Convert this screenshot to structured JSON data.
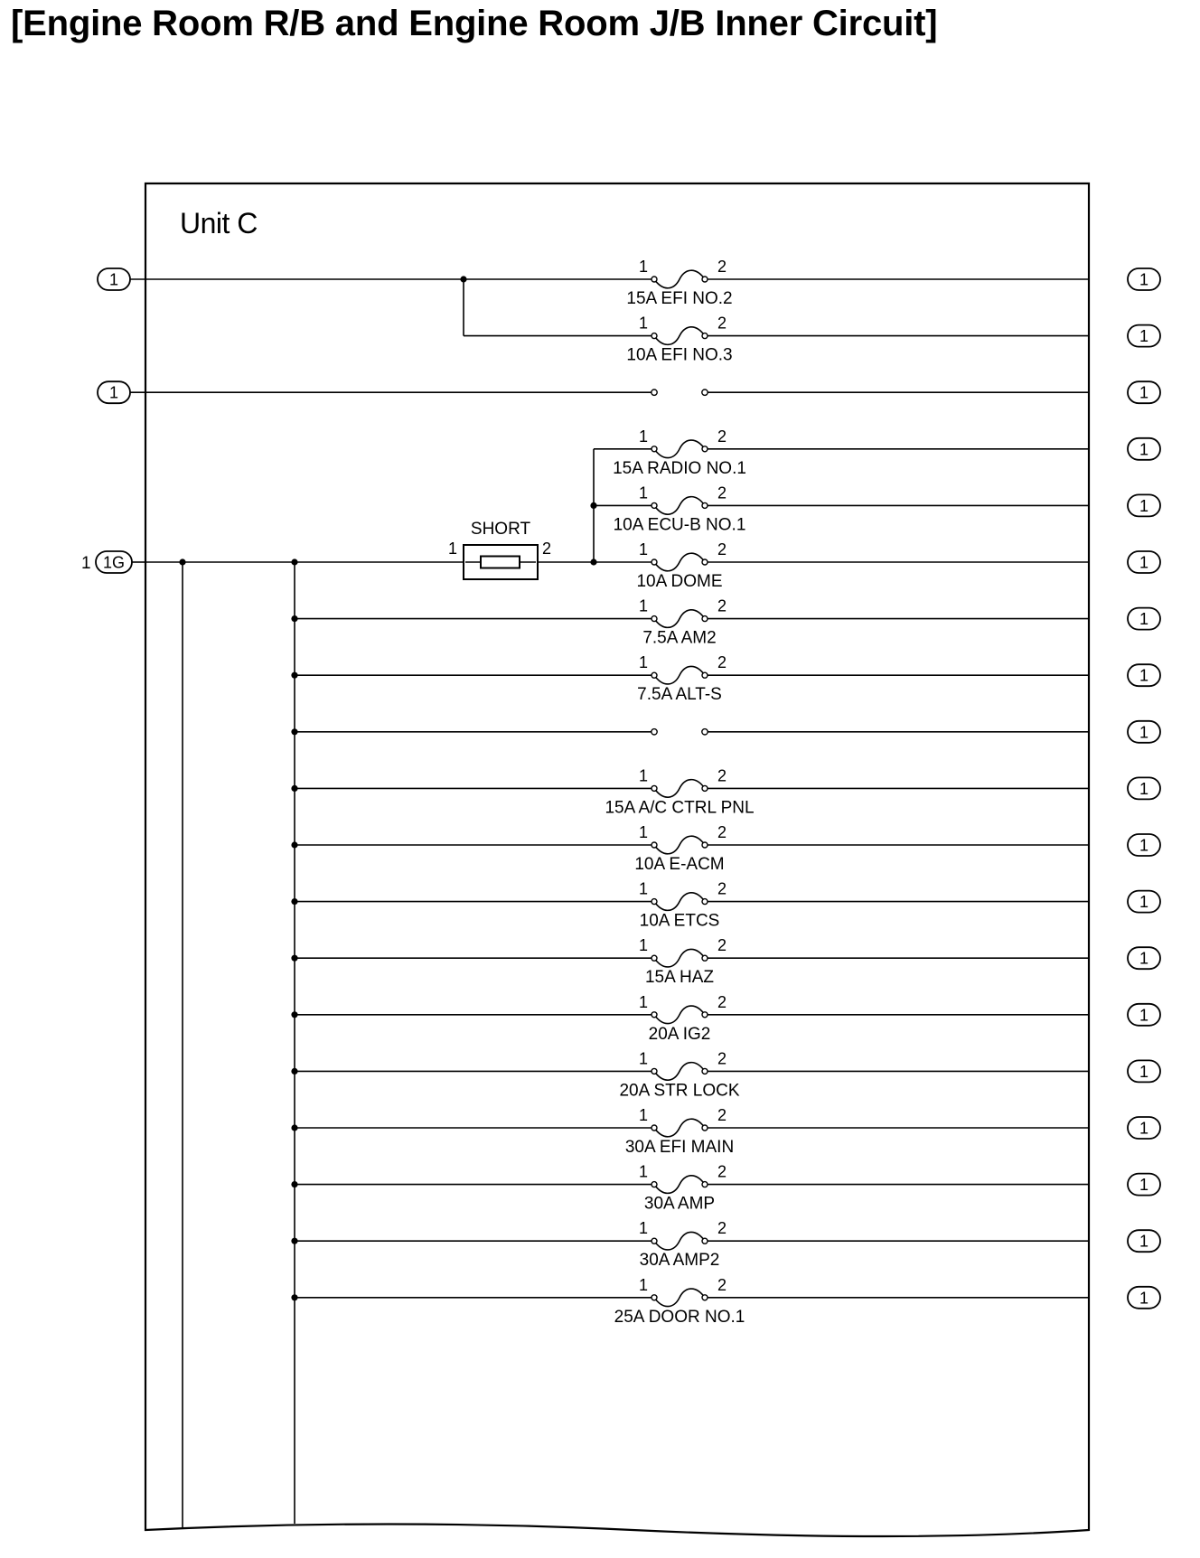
{
  "title": "[Engine Room R/B and Engine Room J/B Inner Circuit]",
  "unit_label": "Unit C",
  "colors": {
    "line": "#000000",
    "background": "#ffffff"
  },
  "left_connectors": [
    {
      "id": "A",
      "label": "1"
    },
    {
      "id": "B",
      "label": "1"
    },
    {
      "id": "C",
      "label": "1G",
      "pin": "1"
    }
  ],
  "short_element": {
    "label": "SHORT",
    "pin_in": "1",
    "pin_out": "2"
  },
  "rows": [
    {
      "source": "A",
      "type": "fuse",
      "label": "15A EFI NO.2",
      "pin1": "1",
      "pin2": "2",
      "connector": "1"
    },
    {
      "source": "A",
      "type": "fuse",
      "label": "10A EFI NO.3",
      "pin1": "1",
      "pin2": "2",
      "connector": "1"
    },
    {
      "source": "B",
      "type": "open",
      "label": "",
      "connector": "1"
    },
    {
      "source": "SHORT",
      "type": "fuse",
      "label": "15A RADIO NO.1",
      "pin1": "1",
      "pin2": "2",
      "connector": "1"
    },
    {
      "source": "SHORT",
      "type": "fuse",
      "label": "10A ECU-B NO.1",
      "pin1": "1",
      "pin2": "2",
      "connector": "1"
    },
    {
      "source": "SHORT",
      "type": "fuse",
      "label": "10A DOME",
      "pin1": "1",
      "pin2": "2",
      "connector": "1"
    },
    {
      "source": "C",
      "type": "fuse",
      "label": "7.5A AM2",
      "pin1": "1",
      "pin2": "2",
      "connector": "1"
    },
    {
      "source": "C",
      "type": "fuse",
      "label": "7.5A ALT-S",
      "pin1": "1",
      "pin2": "2",
      "connector": "1"
    },
    {
      "source": "C",
      "type": "open",
      "label": "",
      "connector": "1"
    },
    {
      "source": "C",
      "type": "fuse",
      "label": "15A A/C CTRL PNL",
      "pin1": "1",
      "pin2": "2",
      "connector": "1"
    },
    {
      "source": "C",
      "type": "fuse",
      "label": "10A E-ACM",
      "pin1": "1",
      "pin2": "2",
      "connector": "1"
    },
    {
      "source": "C",
      "type": "fuse",
      "label": "10A ETCS",
      "pin1": "1",
      "pin2": "2",
      "connector": "1"
    },
    {
      "source": "C",
      "type": "fuse",
      "label": "15A HAZ",
      "pin1": "1",
      "pin2": "2",
      "connector": "1"
    },
    {
      "source": "C",
      "type": "fuse",
      "label": "20A IG2",
      "pin1": "1",
      "pin2": "2",
      "connector": "1"
    },
    {
      "source": "C",
      "type": "fuse",
      "label": "20A STR LOCK",
      "pin1": "1",
      "pin2": "2",
      "connector": "1"
    },
    {
      "source": "C",
      "type": "fuse",
      "label": "30A EFI MAIN",
      "pin1": "1",
      "pin2": "2",
      "connector": "1"
    },
    {
      "source": "C",
      "type": "fuse",
      "label": "30A AMP",
      "pin1": "1",
      "pin2": "2",
      "connector": "1"
    },
    {
      "source": "C",
      "type": "fuse",
      "label": "30A AMP2",
      "pin1": "1",
      "pin2": "2",
      "connector": "1"
    },
    {
      "source": "C",
      "type": "fuse",
      "label": "25A DOOR NO.1",
      "pin1": "1",
      "pin2": "2",
      "connector": "1"
    }
  ]
}
